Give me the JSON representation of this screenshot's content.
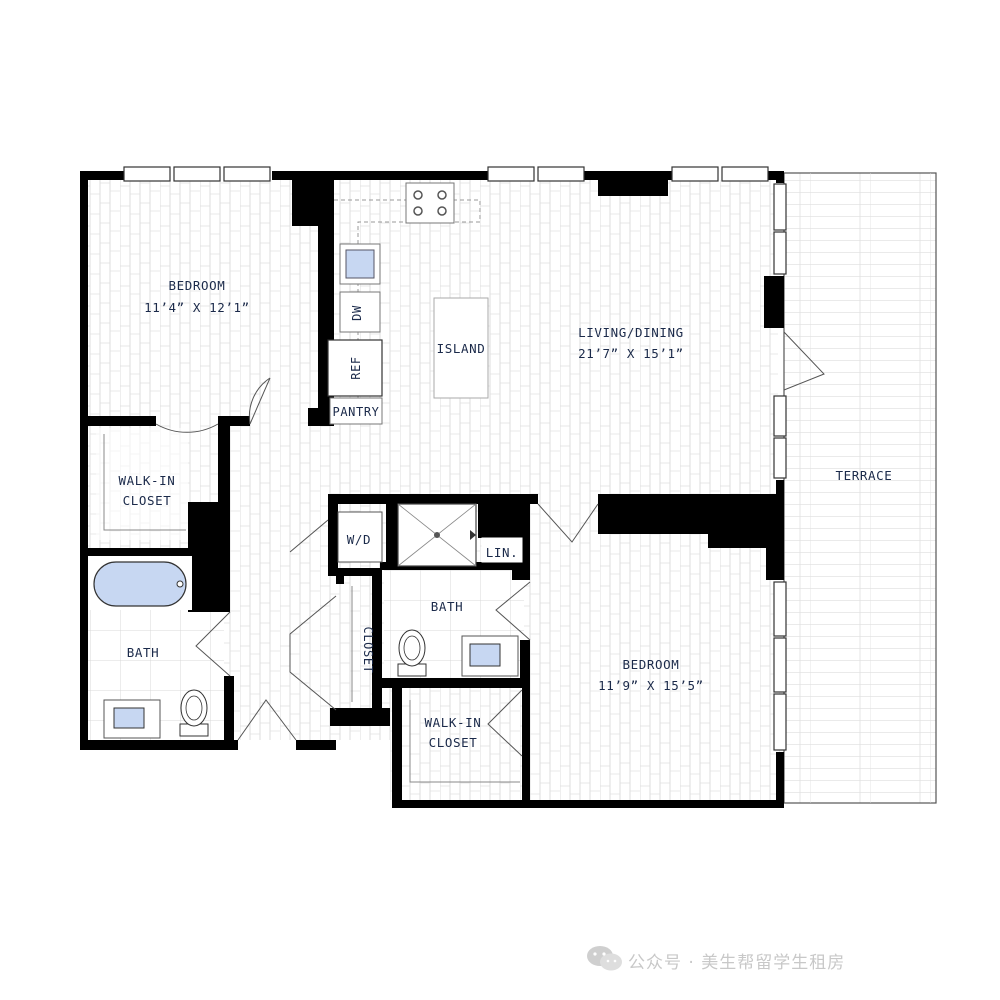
{
  "rooms": {
    "bedroom_1": {
      "name": "BEDROOM",
      "dims": "11’4” X 12’1”"
    },
    "living": {
      "name": "LIVING/DINING",
      "dims": "21’7” X 15’1”"
    },
    "bedroom_2": {
      "name": "BEDROOM",
      "dims": "11’9” X 15’5”"
    },
    "walkin_1": {
      "line1": "WALK-IN",
      "line2": "CLOSET"
    },
    "walkin_2": {
      "line1": "WALK-IN",
      "line2": "CLOSET"
    },
    "bath_1": "BATH",
    "bath_2": "BATH",
    "terrace": "TERRACE",
    "island": "ISLAND",
    "pantry": "PANTRY",
    "ref": "REF",
    "dw": "DW",
    "wd": "W/D",
    "lin": "LIN.",
    "closet": "CLOSET"
  },
  "watermark": "公众号 · 美生帮留学生租房",
  "colors": {
    "wall": "#000000",
    "fixture": "#c7d7f2",
    "floor_line": "#d4d4d4",
    "label": "#1b2a4a"
  }
}
